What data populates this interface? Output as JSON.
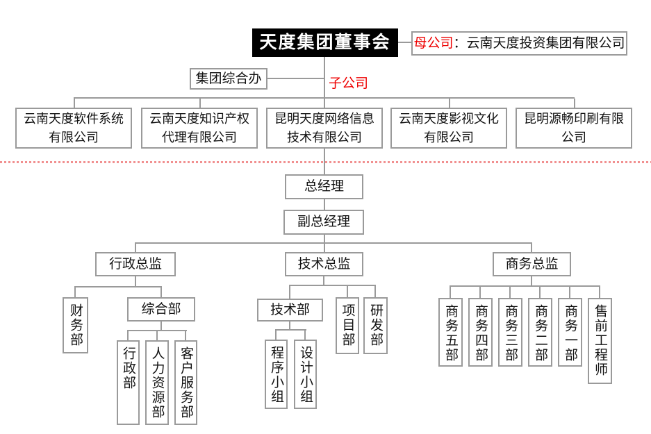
{
  "org": {
    "board": "天度集团董事会",
    "parent_company": {
      "prefix": "母公司",
      "rest": "：云南天度投资集团有限公司"
    },
    "group_office": "集团综合办",
    "subsidiary_label": "子公司",
    "companies": [
      "云南天度软件系统\n有限公司",
      "云南天度知识产权\n代理有限公司",
      "昆明天度网络信息\n技术有限公司",
      "云南天度影视文化\n有限公司",
      "昆明源畅印刷有限\n公司"
    ],
    "general_manager": "总经理",
    "deputy_general_manager": "副总经理",
    "directors": [
      "行政总监",
      "技术总监",
      "商务总监"
    ],
    "finance_dept": "财务部",
    "general_dept": "综合部",
    "admin_dept": "行政部",
    "hr_dept": "人力资源部",
    "customer_service_dept": "客户服务部",
    "tech_dept": "技术部",
    "project_dept": "项目部",
    "rnd_dept": "研发部",
    "program_team": "程序小组",
    "design_team": "设计小组",
    "biz_depts": [
      "商务五部",
      "商务四部",
      "商务三部",
      "商务二部",
      "商务一部"
    ],
    "presales_engineer": "售前工程师",
    "colors": {
      "accent_red": "#ee0000",
      "line_gray": "#9a9a9a",
      "dotted_separator_red": "#f19090",
      "board_bg": "#000000"
    }
  }
}
